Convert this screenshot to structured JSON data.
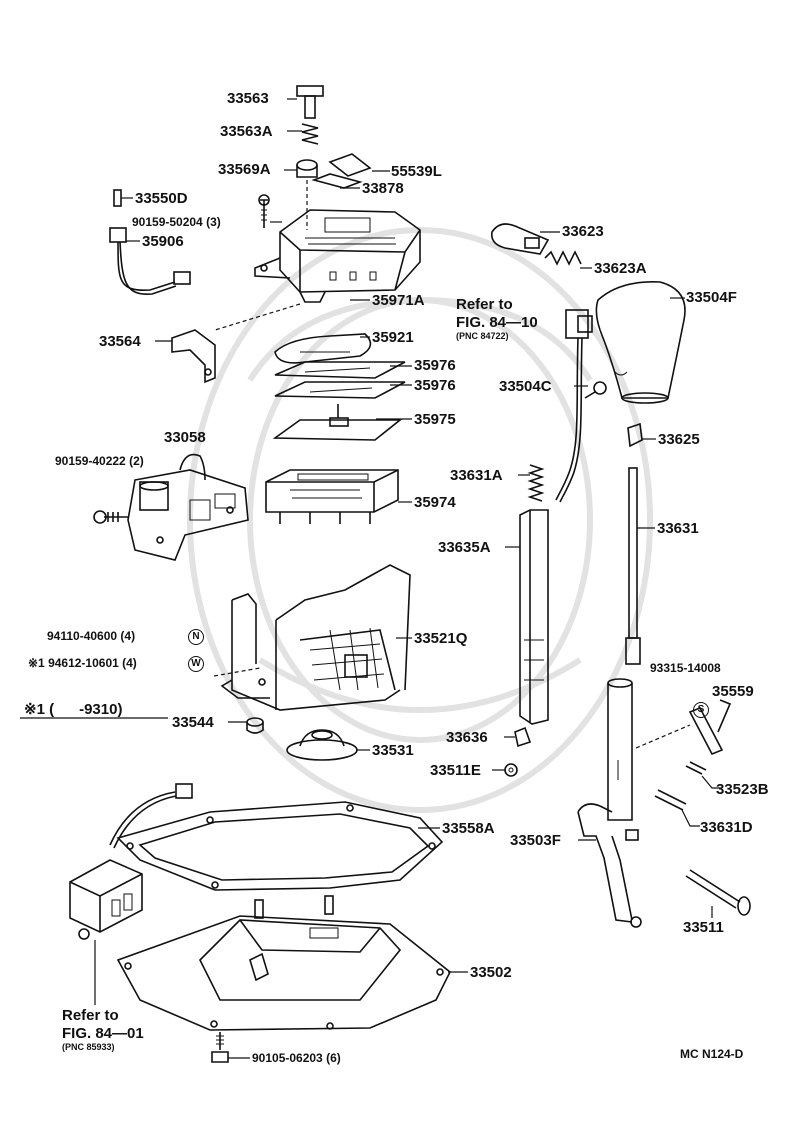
{
  "diagram_code": "MC N124-D",
  "parts": [
    {
      "id": "p33563",
      "label": "33563"
    },
    {
      "id": "p33563A",
      "label": "33563A"
    },
    {
      "id": "p33569A",
      "label": "33569A"
    },
    {
      "id": "p55539L",
      "label": "55539L"
    },
    {
      "id": "p33878",
      "label": "33878"
    },
    {
      "id": "p33550D",
      "label": "33550D"
    },
    {
      "id": "p90159_50204",
      "label": "90159-50204 (3)"
    },
    {
      "id": "p35906",
      "label": "35906"
    },
    {
      "id": "p35971A",
      "label": "35971A"
    },
    {
      "id": "p33623",
      "label": "33623"
    },
    {
      "id": "p33623A",
      "label": "33623A"
    },
    {
      "id": "p33504F",
      "label": "33504F"
    },
    {
      "id": "p33564",
      "label": "33564"
    },
    {
      "id": "p35921",
      "label": "35921"
    },
    {
      "id": "p35976a",
      "label": "35976"
    },
    {
      "id": "p35976b",
      "label": "35976"
    },
    {
      "id": "p33504C",
      "label": "33504C"
    },
    {
      "id": "p35975",
      "label": "35975"
    },
    {
      "id": "p33625",
      "label": "33625"
    },
    {
      "id": "p33058",
      "label": "33058"
    },
    {
      "id": "p90159_40222",
      "label": "90159-40222 (2)"
    },
    {
      "id": "p33631A",
      "label": "33631A"
    },
    {
      "id": "p35974",
      "label": "35974"
    },
    {
      "id": "p33631",
      "label": "33631"
    },
    {
      "id": "p33635A",
      "label": "33635A"
    },
    {
      "id": "p94110",
      "label": "94110-40600 (4)"
    },
    {
      "id": "p33521Q",
      "label": "33521Q"
    },
    {
      "id": "p94612",
      "label": "※1 94612-10601 (4)"
    },
    {
      "id": "p93315",
      "label": "93315-14008"
    },
    {
      "id": "p35559",
      "label": "35559"
    },
    {
      "id": "p33544",
      "label": "33544"
    },
    {
      "id": "p33636",
      "label": "33636"
    },
    {
      "id": "p33531",
      "label": "33531"
    },
    {
      "id": "p33511E",
      "label": "33511E"
    },
    {
      "id": "p33523B",
      "label": "33523B"
    },
    {
      "id": "p33558A",
      "label": "33558A"
    },
    {
      "id": "p33503F",
      "label": "33503F"
    },
    {
      "id": "p33631D",
      "label": "33631D"
    },
    {
      "id": "p33511",
      "label": "33511"
    },
    {
      "id": "p33502",
      "label": "33502"
    },
    {
      "id": "p90105",
      "label": "90105-06203 (6)"
    }
  ],
  "references": {
    "ref1": {
      "line1": "Refer to",
      "line2": "FIG. 84—10",
      "pnc": "(PNC 84722)"
    },
    "ref2": {
      "line1": "Refer to",
      "line2": "FIG. 84—01",
      "pnc": "(PNC 85933)"
    }
  },
  "note": {
    "text": "※1 (      -9310)"
  },
  "badges": {
    "n": "N",
    "w": "W",
    "s": "S"
  }
}
